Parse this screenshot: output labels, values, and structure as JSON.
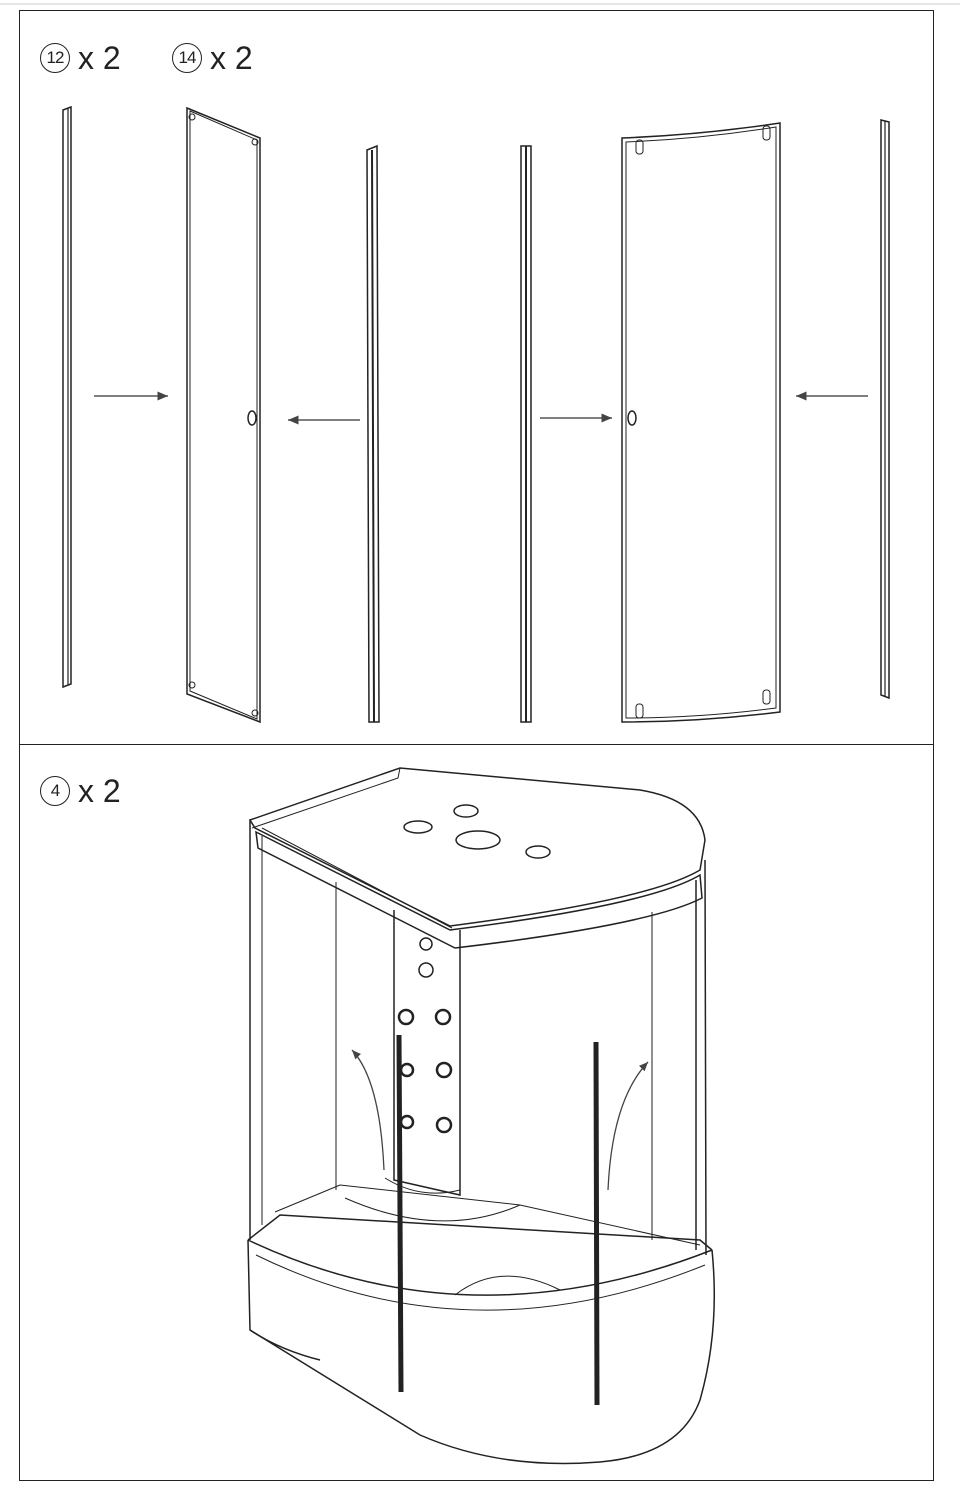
{
  "panel_top": {
    "parts": [
      {
        "number": "12",
        "quantity": "x 2"
      },
      {
        "number": "14",
        "quantity": "x 2"
      }
    ]
  },
  "panel_bottom": {
    "parts": [
      {
        "number": "4",
        "quantity": "x 2"
      }
    ]
  }
}
